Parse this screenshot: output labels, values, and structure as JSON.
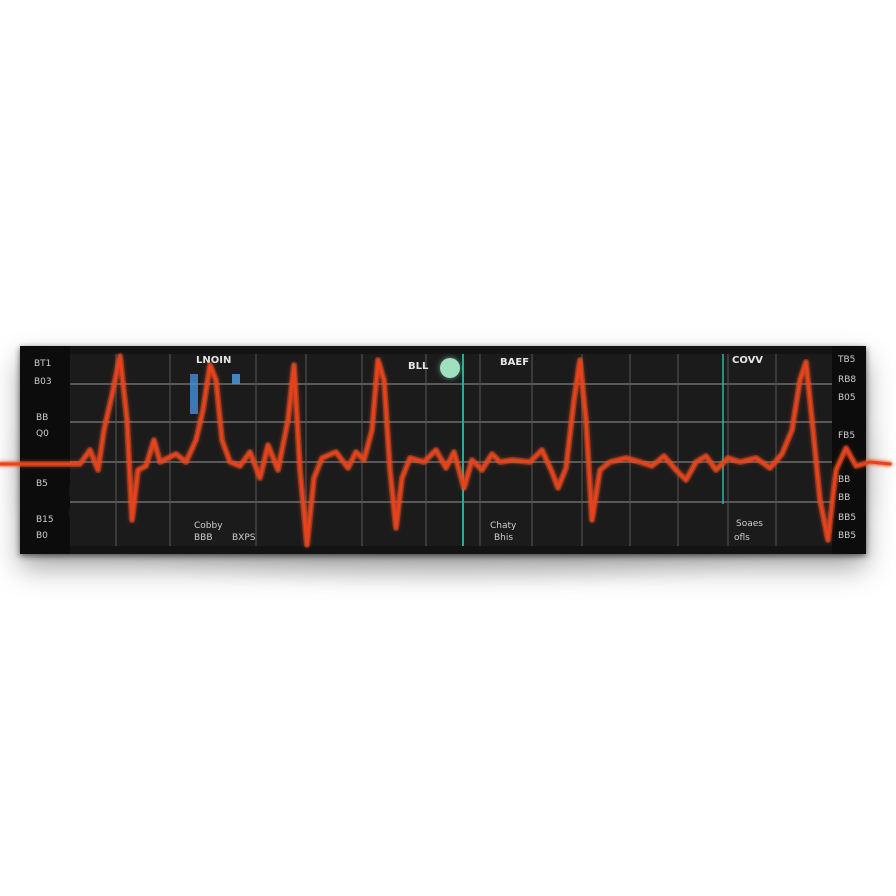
{
  "colors": {
    "panel": "#131313",
    "plot": "#1b1b1c",
    "grid": "#8a8a8a",
    "trace": "#e8421c",
    "trace_glow": "#ff7a3a",
    "accent_blue": "#4a8fd4",
    "accent_amber": "#f2a531",
    "accent_green": "#9fe0c0",
    "accent_teal": "#2fa7a0"
  },
  "header": {
    "label_1": "LNOIN",
    "label_2": "BLL",
    "label_3": "BAEF",
    "label_4": "COVV"
  },
  "left_axis": [
    "BT1",
    "B03",
    "BB",
    "Q0",
    "B5",
    "B15",
    "B0"
  ],
  "right_axis": [
    "TB5",
    "RB8",
    "B05",
    "FB5",
    "BB",
    "BB",
    "BB5",
    "BB5"
  ],
  "bottom_labels": [
    "Cobby",
    "BBB",
    "BXPS",
    "Chaty",
    "Bhis",
    "Soaes",
    "ofls"
  ],
  "icons": {
    "top_left": "window-squares-icon",
    "rail_buttons": [
      "left-arrow-icon",
      "left-arrow-icon",
      "amber-indicator-icon",
      "amber-indicator-icon",
      "left-arrow-icon"
    ],
    "header_dot": "green-status-dot-icon"
  },
  "waveform": {
    "type": "ecg",
    "beat_count": 6
  }
}
